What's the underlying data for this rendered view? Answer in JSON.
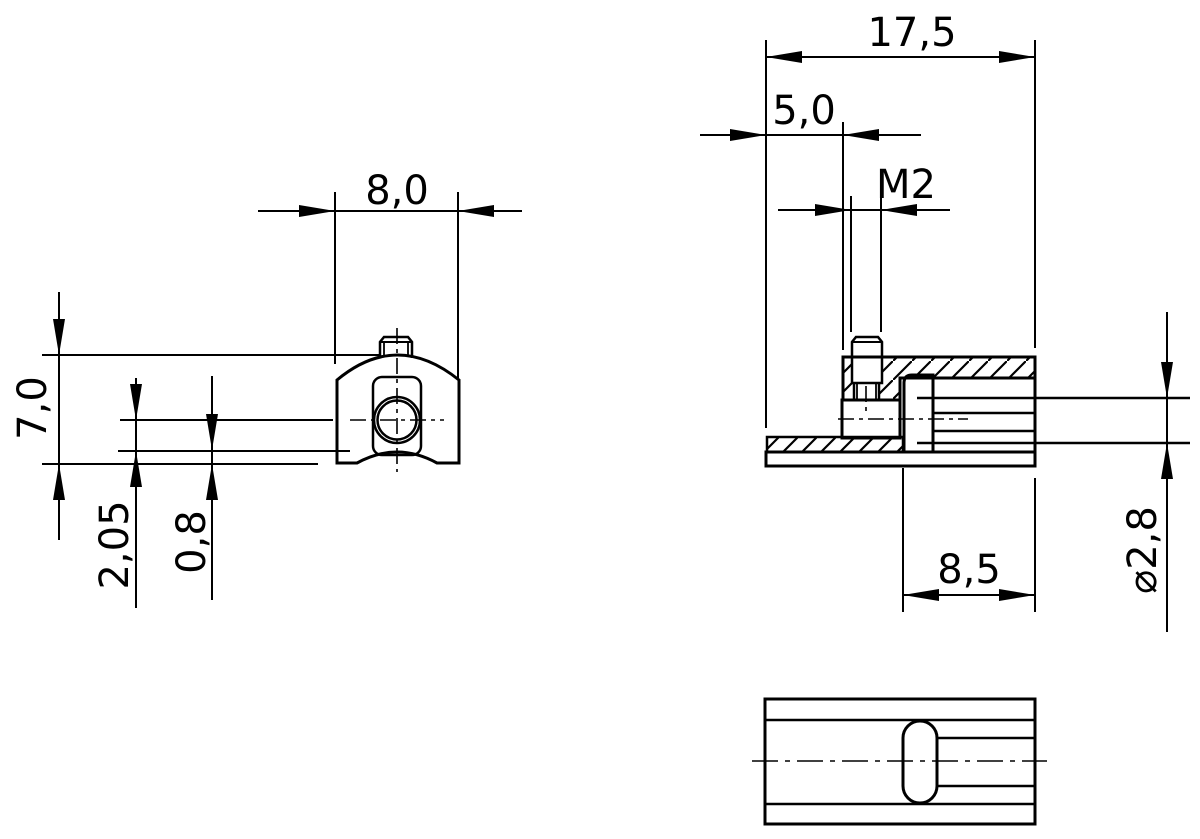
{
  "drawing": {
    "type": "technical-dimension-drawing",
    "views": [
      "front-view",
      "side-section-view",
      "bottom-view"
    ],
    "colors": {
      "background": "#ffffff",
      "line": "#000000"
    }
  },
  "dimensions": {
    "front_width": "8,0",
    "front_height": "7,0",
    "center_to_clamp": "2,05",
    "base_lip": "0,8",
    "overall_length": "17,5",
    "screw_position": "5,0",
    "thread": "M2",
    "body_length": "8,5",
    "cable_diameter": "⌀2,8"
  }
}
